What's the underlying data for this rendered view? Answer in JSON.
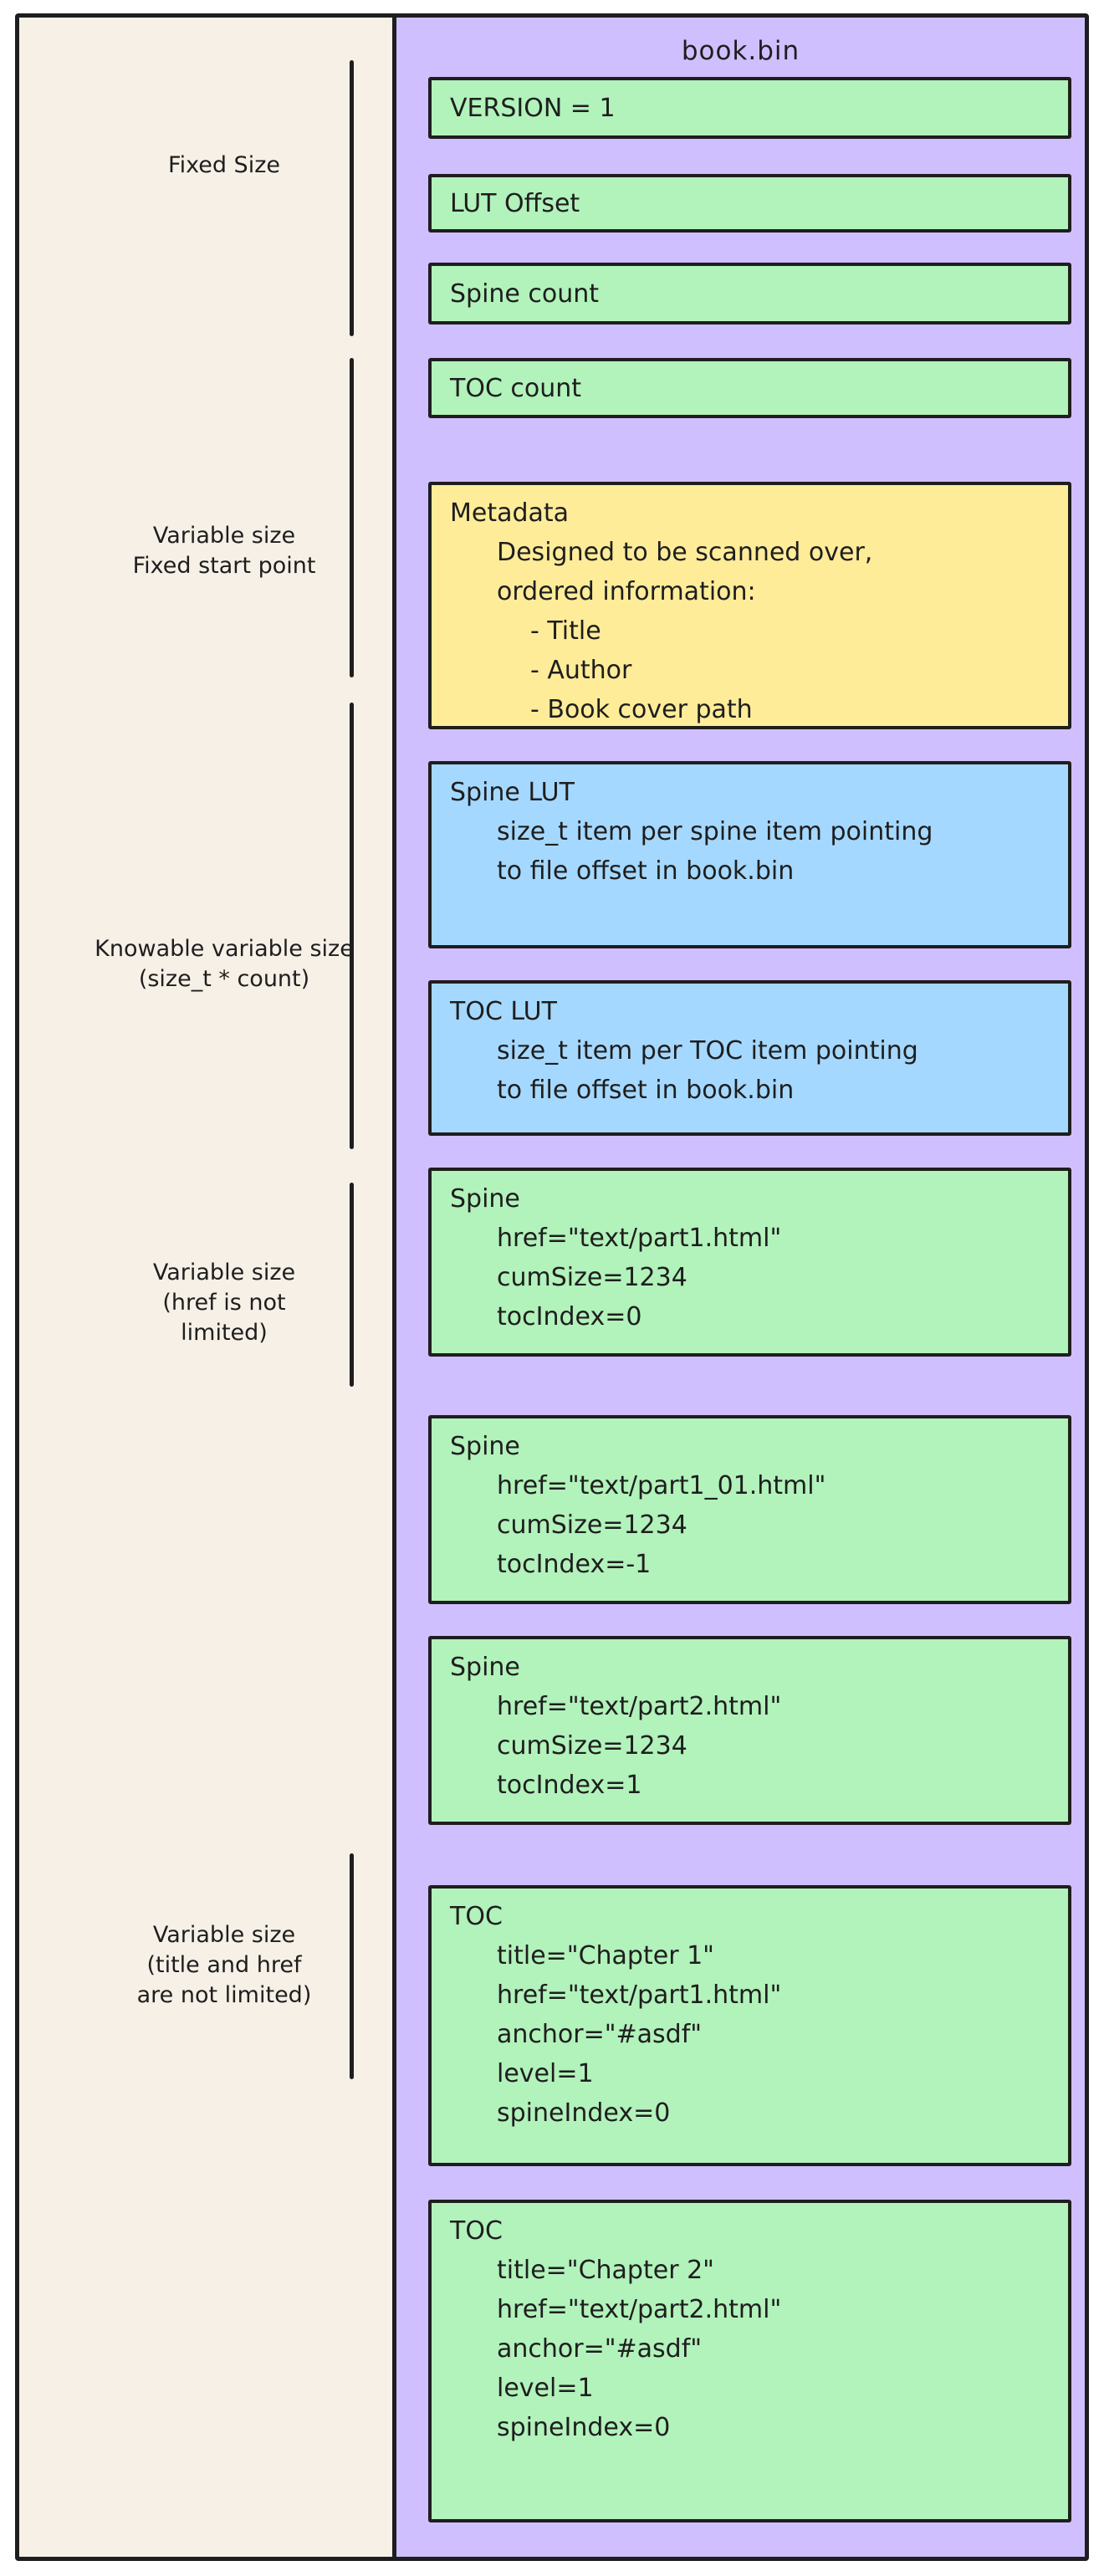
{
  "diagram": {
    "file_title": "book.bin",
    "colors": {
      "canvas_bg": "#f6f0e7",
      "panel_bg": "#d0bfff",
      "green": "#b2f2bb",
      "blue": "#a5d8ff",
      "yellow": "#ffec99",
      "stroke": "#1e1e1e"
    },
    "left_labels": [
      {
        "lines": [
          "Fixed Size"
        ]
      },
      {
        "lines": [
          "Variable size",
          "Fixed start point"
        ]
      },
      {
        "lines": [
          "Knowable variable size",
          "(size_t * count)"
        ]
      },
      {
        "lines": [
          "Variable size",
          "(href is not",
          "limited)"
        ]
      },
      {
        "lines": [
          "Variable size",
          "(title and href",
          "are not limited)"
        ]
      }
    ],
    "blocks": [
      {
        "lines": [
          "VERSION = 1"
        ]
      },
      {
        "lines": [
          "LUT Offset"
        ]
      },
      {
        "lines": [
          "Spine count"
        ]
      },
      {
        "lines": [
          "TOC count"
        ]
      },
      {
        "lines": [
          "Metadata",
          "Designed to be scanned over,",
          "ordered information:",
          "- Title",
          "- Author",
          "- Book cover path"
        ]
      },
      {
        "lines": [
          "Spine LUT",
          "size_t item per spine item pointing",
          "to file offset in book.bin"
        ]
      },
      {
        "lines": [
          "TOC LUT",
          "size_t item per TOC item pointing",
          "to file offset in book.bin"
        ]
      },
      {
        "lines": [
          "Spine",
          "href=\"text/part1.html\"",
          "cumSize=1234",
          "tocIndex=0"
        ]
      },
      {
        "lines": [
          "Spine",
          "href=\"text/part1_01.html\"",
          "cumSize=1234",
          "tocIndex=-1"
        ]
      },
      {
        "lines": [
          "Spine",
          "href=\"text/part2.html\"",
          "cumSize=1234",
          "tocIndex=1"
        ]
      },
      {
        "lines": [
          "TOC",
          "title=\"Chapter 1\"",
          "href=\"text/part1.html\"",
          "anchor=\"#asdf\"",
          "level=1",
          "spineIndex=0"
        ]
      },
      {
        "lines": [
          "TOC",
          "title=\"Chapter 2\"",
          "href=\"text/part2.html\"",
          "anchor=\"#asdf\"",
          "level=1",
          "spineIndex=0"
        ]
      }
    ]
  }
}
